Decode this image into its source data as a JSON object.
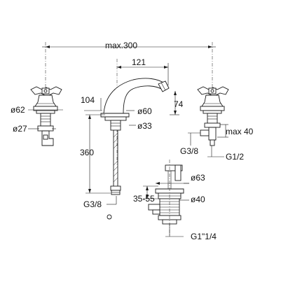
{
  "dimensions": {
    "max_span": "max.300",
    "spout_reach": "121",
    "spout_height": "104",
    "spout_base_dia": "ø60",
    "spout_rise": "74",
    "left_handle_dia": "ø62",
    "left_shank_dia": "ø27",
    "spout_shank_dia": "ø33",
    "right_max_depth": "max 40",
    "right_inlet": "G3/8",
    "right_outlet": "G1/2",
    "hose_length": "360",
    "hose_connector": "G3/8",
    "drain_dia": "ø63",
    "drain_range": "35-55",
    "drain_body_dia": "ø40",
    "drain_thread": "G1\"1/4"
  }
}
